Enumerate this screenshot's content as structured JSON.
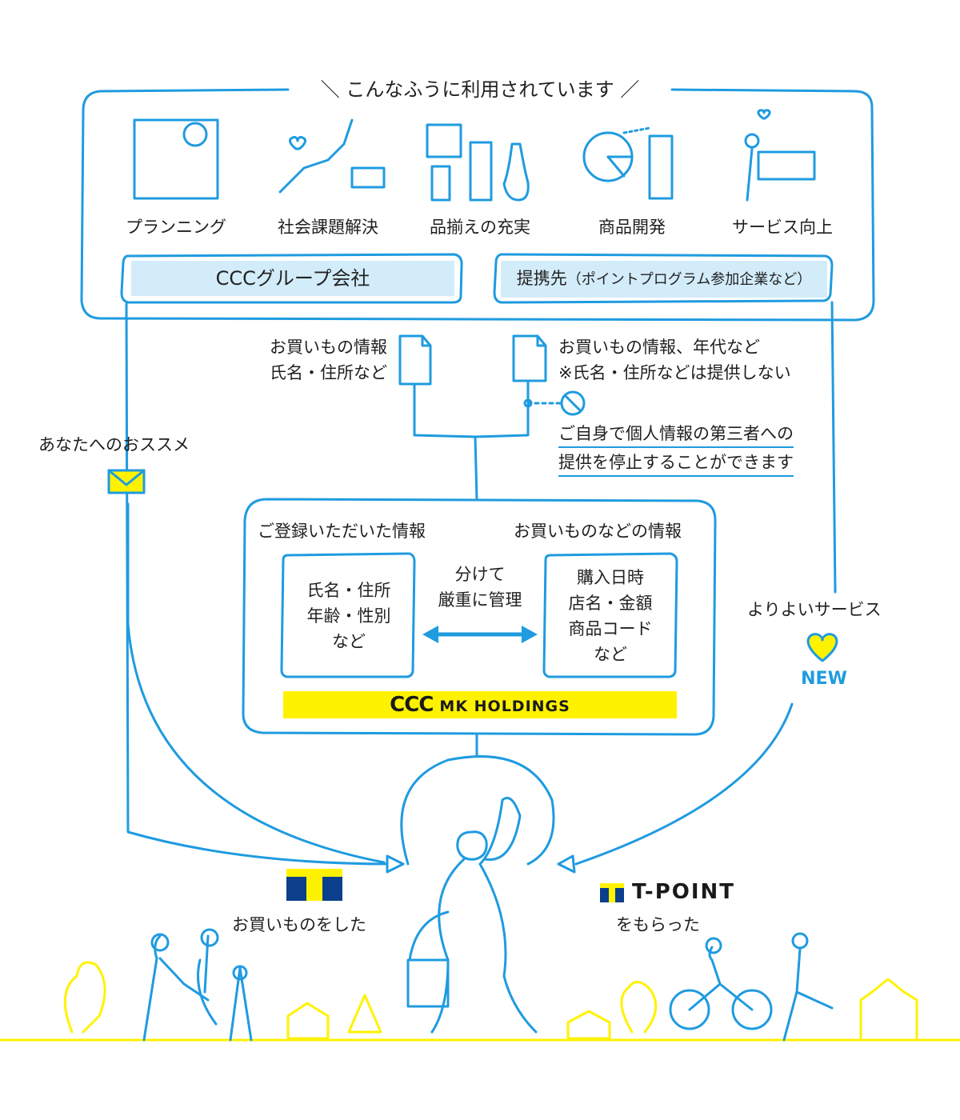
{
  "header": {
    "title": "＼ こんなふうに利用されています ／"
  },
  "uses": [
    {
      "label": "プランニング",
      "icon": "planning-icon"
    },
    {
      "label": "社会課題解決",
      "icon": "japan-map-icon"
    },
    {
      "label": "品揃えの充実",
      "icon": "products-icon"
    },
    {
      "label": "商品開発",
      "icon": "pie-bottle-icon"
    },
    {
      "label": "サービス向上",
      "icon": "service-icon"
    }
  ],
  "groups": {
    "ccc": "CCCグループ会社",
    "partner_main": "提携先",
    "partner_sub": "（ポイントプログラム参加企業など）"
  },
  "flows": {
    "left_info_line1": "お買いもの情報",
    "left_info_line2": "氏名・住所など",
    "right_info_line1": "お買いもの情報、年代など",
    "right_info_line2": "※氏名・住所などは提供しない",
    "optout_line1": "ご自身で個人情報の第三者への",
    "optout_line2": "提供を停止することができます",
    "recommend": "あなたへのおススメ",
    "better_service": "よりよいサービス",
    "new_badge": "NEW"
  },
  "holdings": {
    "registered_title": "ご登録いただいた情報",
    "purchase_title": "お買いものなどの情報",
    "registered_items": [
      "氏名・住所",
      "年齢・性別",
      "など"
    ],
    "purchase_items": [
      "購入日時",
      "店名・金額",
      "商品コード",
      "など"
    ],
    "separate_line1": "分けて",
    "separate_line2": "厳重に管理",
    "logo_mark": "CCC",
    "logo_text": "MK HOLDINGS"
  },
  "bottom": {
    "shopped": "お買いものをした",
    "got_points": "をもらった",
    "tpoint_logo": "T-POINT"
  },
  "colors": {
    "line_blue": "#1f9be0",
    "accent_yellow": "#fff200",
    "box_fill": "#d3ecfa",
    "tcard_blue": "#0b3f8c"
  }
}
